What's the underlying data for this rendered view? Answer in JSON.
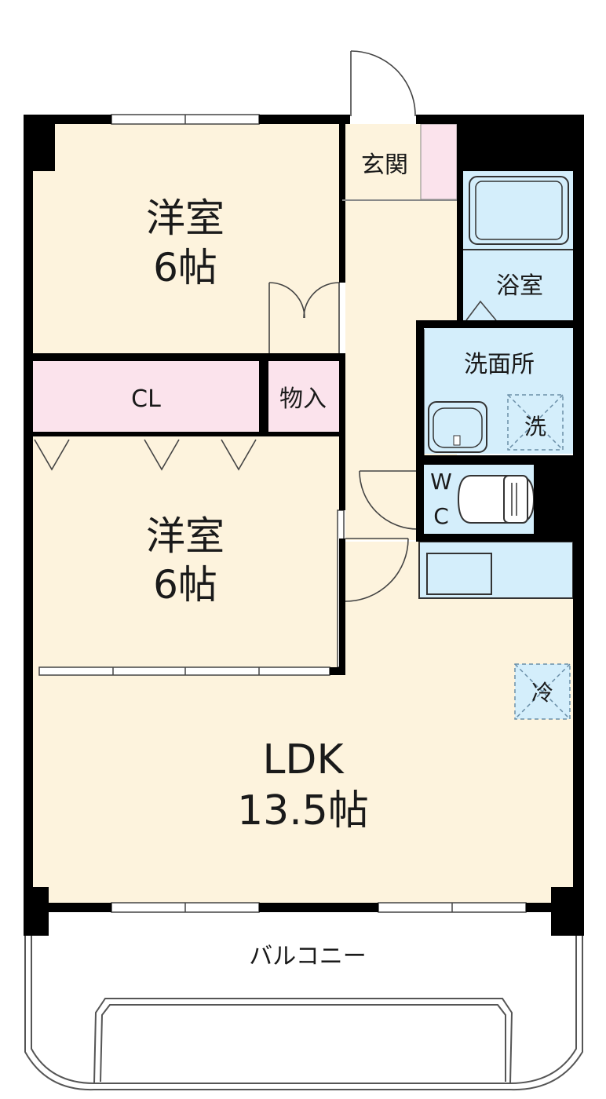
{
  "rooms": {
    "western_room_1": {
      "name": "洋室",
      "size": "6帖"
    },
    "closet": {
      "name": "CL"
    },
    "storage": {
      "name": "物入"
    },
    "western_room_2": {
      "name": "洋室",
      "size": "6帖"
    },
    "ldk": {
      "name": "LDK",
      "size": "13.5帖"
    },
    "entrance": {
      "name": "玄関"
    },
    "bathroom": {
      "name": "浴室"
    },
    "washroom": {
      "name": "洗面所"
    },
    "toilet": {
      "line1": "W",
      "line2": "C"
    },
    "balcony": {
      "name": "バルコニー"
    }
  },
  "fixtures": {
    "washer_space": "洗",
    "fridge_space": "冷"
  },
  "colors": {
    "wall": "#000000",
    "room_floor": "#fdf3dd",
    "closet_pink": "#fbe3ec",
    "wet_area_blue": "#d4eefb",
    "dashed_outline": "#6b8fa8"
  }
}
